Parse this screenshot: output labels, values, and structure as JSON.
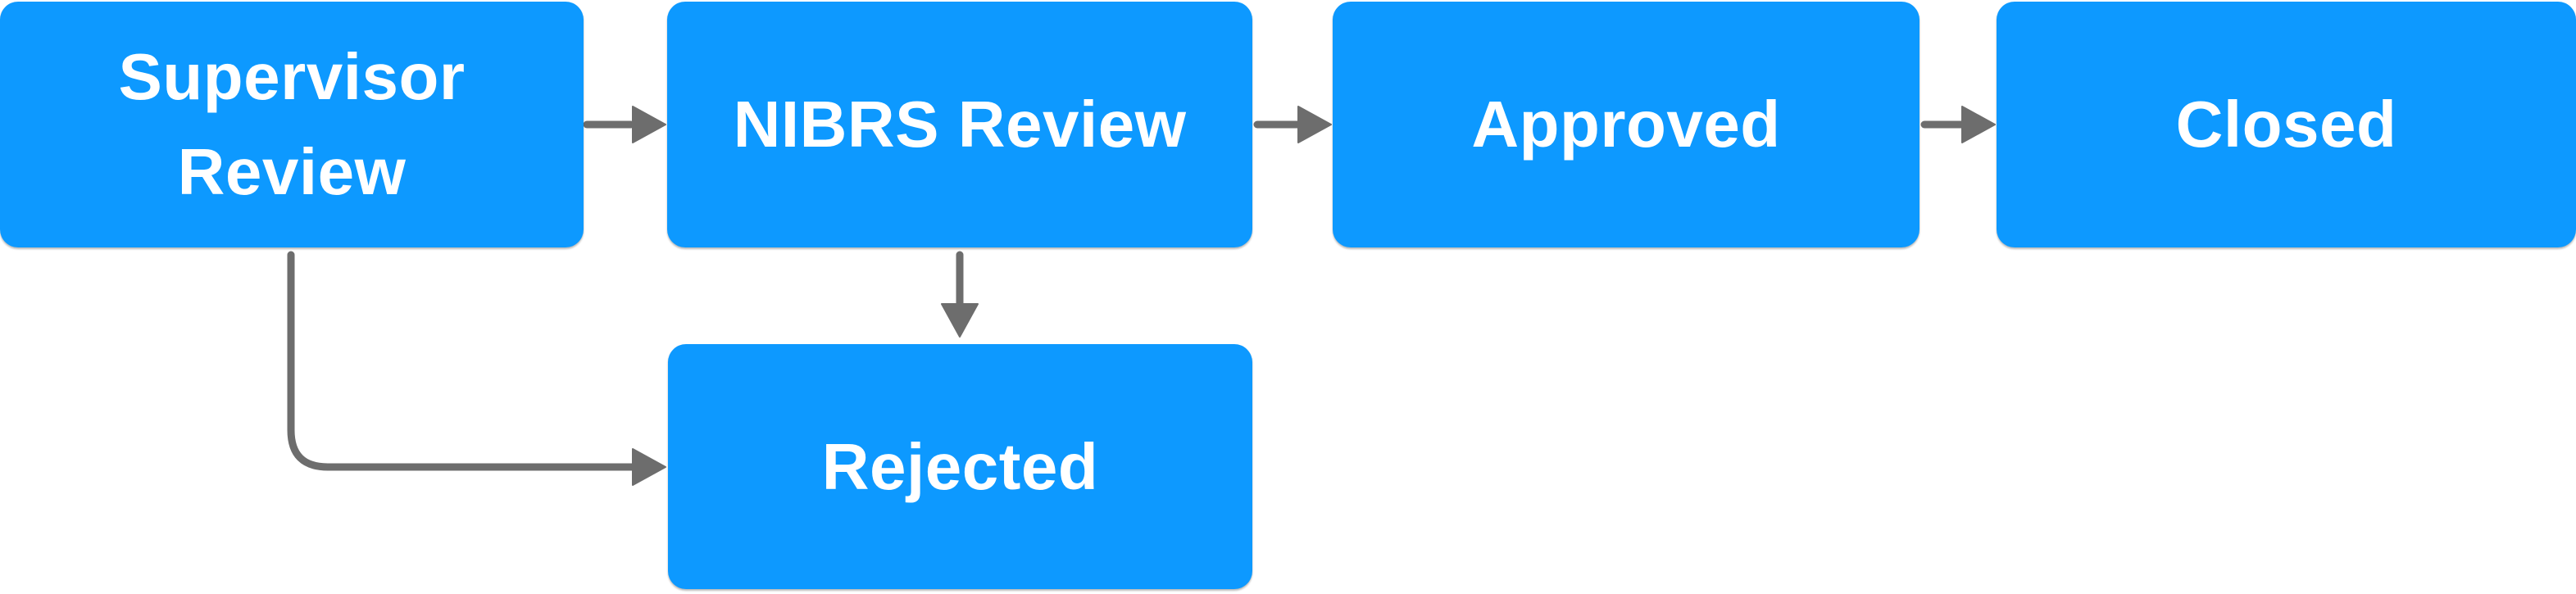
{
  "diagram": {
    "nodes": [
      {
        "id": "supervisor-review",
        "label": "Supervisor Review"
      },
      {
        "id": "nibrs-review",
        "label": "NIBRS Review"
      },
      {
        "id": "approved",
        "label": "Approved"
      },
      {
        "id": "closed",
        "label": "Closed"
      },
      {
        "id": "rejected",
        "label": "Rejected"
      }
    ],
    "edges": [
      {
        "from": "supervisor-review",
        "to": "nibrs-review",
        "shape": "straight-right"
      },
      {
        "from": "nibrs-review",
        "to": "approved",
        "shape": "straight-right"
      },
      {
        "from": "approved",
        "to": "closed",
        "shape": "straight-right"
      },
      {
        "from": "nibrs-review",
        "to": "rejected",
        "shape": "straight-down"
      },
      {
        "from": "supervisor-review",
        "to": "rejected",
        "shape": "elbow-down-right"
      }
    ]
  },
  "colors": {
    "node-fill": "#0D99FF",
    "node-text": "#FFFFFF",
    "connector": "#6D6D6D",
    "canvas-bg": "#FFFFFF"
  }
}
